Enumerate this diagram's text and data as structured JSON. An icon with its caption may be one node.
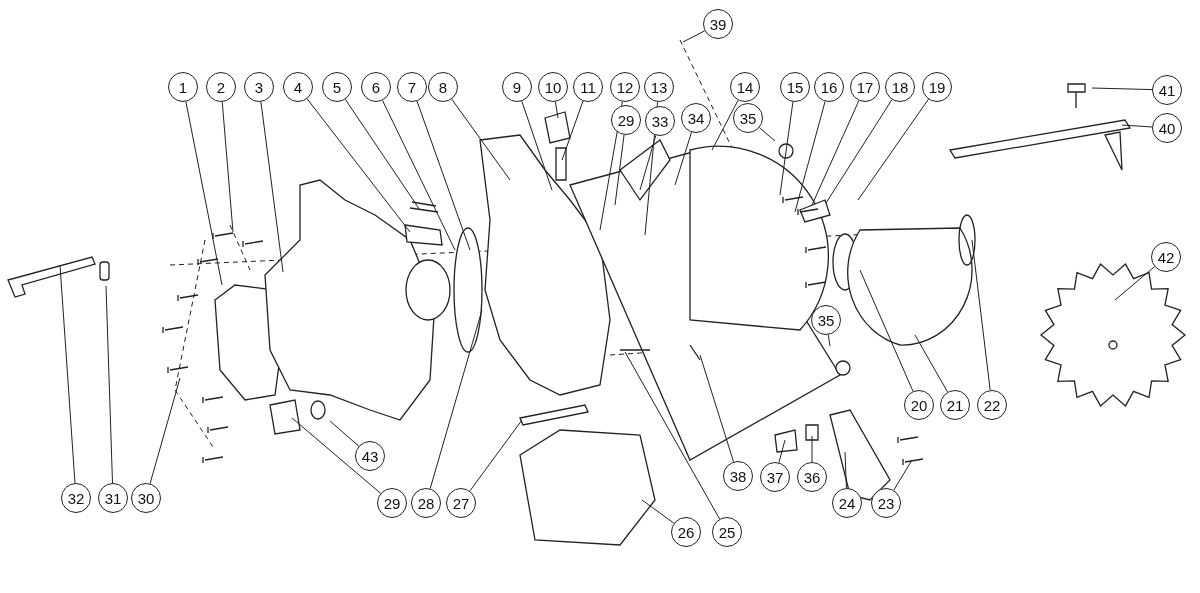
{
  "diagram": {
    "nodes": [
      {
        "text": [
          "39"
        ]
      },
      {
        "text": [
          "1"
        ]
      },
      {
        "text": [
          "2"
        ]
      },
      {
        "text": [
          "3"
        ]
      },
      {
        "text": [
          "4"
        ]
      },
      {
        "text": [
          "5"
        ]
      },
      {
        "text": [
          "6"
        ]
      },
      {
        "text": [
          "7"
        ]
      },
      {
        "text": [
          "8"
        ]
      },
      {
        "text": [
          "9"
        ]
      },
      {
        "text": [
          "10"
        ]
      },
      {
        "text": [
          "11"
        ]
      },
      {
        "text": [
          "12"
        ]
      },
      {
        "text": [
          "13"
        ]
      },
      {
        "text": [
          "14"
        ]
      },
      {
        "text": [
          "15"
        ]
      },
      {
        "text": [
          "16"
        ]
      },
      {
        "text": [
          "17"
        ]
      },
      {
        "text": [
          "18"
        ]
      },
      {
        "text": [
          "19"
        ]
      },
      {
        "text": [
          "41"
        ]
      },
      {
        "text": [
          "29"
        ]
      },
      {
        "text": [
          "33"
        ]
      },
      {
        "text": [
          "34"
        ]
      },
      {
        "text": [
          "35"
        ]
      },
      {
        "text": [
          "40"
        ]
      },
      {
        "text": [
          "42"
        ]
      },
      {
        "text": [
          "35"
        ]
      },
      {
        "text": [
          "20"
        ]
      },
      {
        "text": [
          "21"
        ]
      },
      {
        "text": [
          "22"
        ]
      },
      {
        "text": [
          "43"
        ]
      },
      {
        "text": [
          "38"
        ]
      },
      {
        "text": [
          "37"
        ]
      },
      {
        "text": [
          "36"
        ]
      },
      {
        "text": [
          "32"
        ]
      },
      {
        "text": [
          "31"
        ]
      },
      {
        "text": [
          "30"
        ]
      },
      {
        "text": [
          "29"
        ]
      },
      {
        "text": [
          "28"
        ]
      },
      {
        "text": [
          "27"
        ]
      },
      {
        "text": [
          "24"
        ]
      },
      {
        "text": [
          "23"
        ]
      },
      {
        "text": [
          "26"
        ]
      },
      {
        "text": [
          "25"
        ]
      }
    ],
    "edges": [
      {
        "from": 0,
        "to": null,
        "arrow": "none"
      },
      {
        "from": 1,
        "to": null,
        "arrow": "none"
      },
      {
        "from": 2,
        "to": null,
        "arrow": "none"
      },
      {
        "from": 3,
        "to": null,
        "arrow": "none"
      },
      {
        "from": 4,
        "to": null,
        "arrow": "none"
      },
      {
        "from": 5,
        "to": null,
        "arrow": "none"
      },
      {
        "from": 6,
        "to": null,
        "arrow": "none"
      },
      {
        "from": 7,
        "to": null,
        "arrow": "none"
      },
      {
        "from": 8,
        "to": null,
        "arrow": "none"
      },
      {
        "from": 9,
        "to": null,
        "arrow": "none"
      },
      {
        "from": 10,
        "to": null,
        "arrow": "none"
      },
      {
        "from": 11,
        "to": null,
        "arrow": "none"
      },
      {
        "from": 12,
        "to": null,
        "arrow": "none"
      },
      {
        "from": 13,
        "to": null,
        "arrow": "none"
      },
      {
        "from": 14,
        "to": null,
        "arrow": "none"
      },
      {
        "from": 15,
        "to": null,
        "arrow": "none"
      },
      {
        "from": 16,
        "to": null,
        "arrow": "none"
      },
      {
        "from": 17,
        "to": null,
        "arrow": "none"
      },
      {
        "from": 18,
        "to": null,
        "arrow": "none"
      },
      {
        "from": 19,
        "to": null,
        "arrow": "none"
      },
      {
        "from": 20,
        "to": null,
        "arrow": "none"
      },
      {
        "from": 21,
        "to": null,
        "arrow": "none"
      },
      {
        "from": 22,
        "to": null,
        "arrow": "none"
      },
      {
        "from": 23,
        "to": null,
        "arrow": "none"
      },
      {
        "from": 24,
        "to": null,
        "arrow": "none"
      },
      {
        "from": 25,
        "to": null,
        "arrow": "none"
      },
      {
        "from": 26,
        "to": null,
        "arrow": "none"
      },
      {
        "from": 27,
        "to": null,
        "arrow": "none"
      },
      {
        "from": 28,
        "to": null,
        "arrow": "none"
      },
      {
        "from": 29,
        "to": null,
        "arrow": "none"
      },
      {
        "from": 30,
        "to": null,
        "arrow": "none"
      },
      {
        "from": 31,
        "to": null,
        "arrow": "none"
      },
      {
        "from": 32,
        "to": null,
        "arrow": "none"
      },
      {
        "from": 33,
        "to": null,
        "arrow": "none"
      },
      {
        "from": 34,
        "to": null,
        "arrow": "none"
      },
      {
        "from": 35,
        "to": null,
        "arrow": "none"
      },
      {
        "from": 36,
        "to": null,
        "arrow": "none"
      },
      {
        "from": 37,
        "to": null,
        "arrow": "none"
      },
      {
        "from": 38,
        "to": null,
        "arrow": "none"
      },
      {
        "from": 39,
        "to": null,
        "arrow": "none"
      },
      {
        "from": 40,
        "to": null,
        "arrow": "none"
      },
      {
        "from": 41,
        "to": null,
        "arrow": "none"
      },
      {
        "from": 42,
        "to": null,
        "arrow": "none"
      },
      {
        "from": 43,
        "to": null,
        "arrow": "none"
      },
      {
        "from": 44,
        "to": null,
        "arrow": "none"
      }
    ]
  }
}
